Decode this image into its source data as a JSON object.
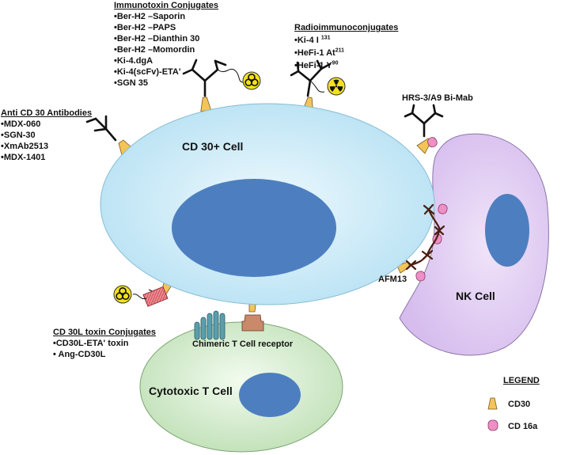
{
  "cells": {
    "cd30": "CD 30+ Cell",
    "nk": "NK Cell",
    "tcell": "Cytotoxic T Cell"
  },
  "immunotoxin": {
    "heading": "Immunotoxin Conjugates",
    "items": [
      "•Ber-H2 –Saporin",
      "•Ber-H2 –PAPS",
      "•Ber-H2 –Dianthin 30",
      "•Ber-H2 –Momordin",
      "•Ki-4.dgA",
      "•Ki-4(scFv)-ETA'",
      "•SGN 35"
    ]
  },
  "radio": {
    "heading": "Radioimmunoconjugates",
    "items": [
      {
        "text": "•Ki-4 I",
        "sup": "131"
      },
      {
        "text": "•HeFi-1 At",
        "sup": "211"
      },
      {
        "text": "•HeFi-1 Y",
        "sup": "90"
      }
    ]
  },
  "antibodies": {
    "heading": "Anti CD 30 Antibodies",
    "items": [
      "•MDX-060",
      "•SGN-30",
      "•XmAb2513",
      "•MDX-1401"
    ]
  },
  "bimab": "HRS-3/A9 Bi-Mab",
  "afm13": "AFM13",
  "cd30l": {
    "heading": "CD 30L toxin Conjugates",
    "items": [
      "•CD30L-ETA' toxin",
      "• Ang-CD30L"
    ]
  },
  "car": "Chimeric T Cell receptor",
  "legend": {
    "heading": "LEGEND",
    "items": [
      "CD30",
      "CD 16a"
    ]
  },
  "colors": {
    "cd30_cell": "#c4e8f6",
    "nucleus": "#4d7fc0",
    "nk_cell": "#dcc6ef",
    "t_cell": "#c5e4bd",
    "cd30_receptor": "#f3c45a",
    "cd16a": "#ee8fc5",
    "toxin_box": "#d95b63",
    "car_domains": "#5b9fae",
    "car_hinge": "#c9896a",
    "radiation": "#f3e21a"
  },
  "icons": [
    "antibody-icon",
    "biohazard-icon",
    "radiation-icon",
    "bispecific-icon"
  ]
}
